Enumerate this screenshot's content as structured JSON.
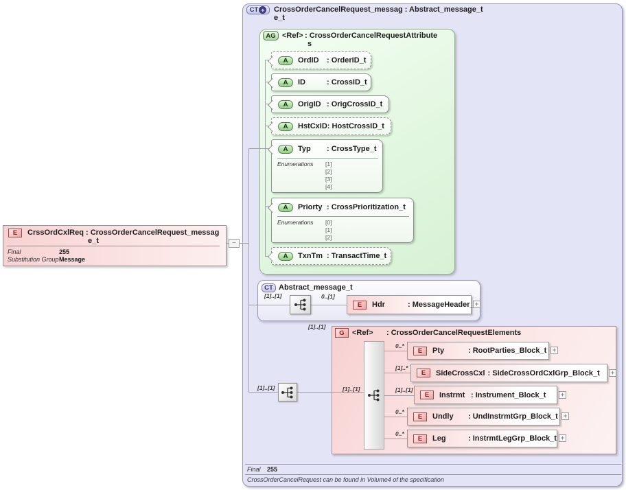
{
  "badges": {
    "element": "E",
    "attribute": "A",
    "attribute_group": "AG",
    "complex_type": "CT",
    "group": "G",
    "extension": "+",
    "expand": "+",
    "collapse": "−"
  },
  "colors": {
    "container_lavender": "#e4e4f7",
    "attribute_green": "#8fd07f",
    "element_pink": "#f9d6d6",
    "group_pink": "#f8d0d0",
    "line_gray": "#a0a0a8"
  },
  "left_element": {
    "title_line1": "CrssOrdCxlReq : CrossOrderCancelRequest_messag",
    "title_line2": "e_t",
    "rows": [
      {
        "label": "Final",
        "value": "255"
      },
      {
        "label": "Substitution Group",
        "value": "Message"
      }
    ]
  },
  "main_type": {
    "title_line1": "CrossOrderCancelRequest_messag : Abstract_message_t",
    "title_line2": "e_t",
    "footer": {
      "final_label": "Final",
      "final_value": "255",
      "note": "CrossOrderCancelRequest can be found in Volume4 of the specification"
    }
  },
  "attribute_group": {
    "ref_label": "<Ref>",
    "type_line1": ": CrossOrderCancelRequestAttribute",
    "type_line2": "s",
    "enumerations_label": "Enumerations",
    "attributes": [
      {
        "name": "OrdID",
        "type": ": OrderID_t"
      },
      {
        "name": "ID",
        "type": ": CrossID_t"
      },
      {
        "name": "OrigID",
        "type": ": OrigCrossID_t"
      },
      {
        "name": "HstCxID",
        "type": ": HostCrossID_t"
      },
      {
        "name": "Typ",
        "type": ": CrossType_t",
        "enumerations": [
          "[1]",
          "[2]",
          "[3]",
          "[4]"
        ]
      },
      {
        "name": "Priorty",
        "type": ": CrossPrioritization_t",
        "enumerations": [
          "[0]",
          "[1]",
          "[2]"
        ]
      },
      {
        "name": "TxnTm",
        "type": ": TransactTime_t"
      }
    ]
  },
  "abstract_message": {
    "title": "Abstract_message_t",
    "cardinality": "[1]..[1]",
    "hdr": {
      "cardinality": "0..[1]",
      "name": "Hdr",
      "type": ": MessageHeader_t"
    }
  },
  "elements_group": {
    "ref_label": "<Ref>",
    "type": ": CrossOrderCancelRequestElements",
    "top_cardinality": "[1]..[1]",
    "outer_cardinality": "[1]..[1]",
    "inner_cardinality": "[1]..[1]",
    "elements": [
      {
        "cardinality": "0..*",
        "name": "Pty",
        "type": ": RootParties_Block_t"
      },
      {
        "cardinality": "[1]..*",
        "name": "SideCrossCxl",
        "type": ": SideCrossOrdCxlGrp_Block_t"
      },
      {
        "cardinality": "[1]..[1]",
        "name": "Instrmt",
        "type": ": Instrument_Block_t"
      },
      {
        "cardinality": "0..*",
        "name": "Undly",
        "type": ": UndInstrmtGrp_Block_t"
      },
      {
        "cardinality": "0..*",
        "name": "Leg",
        "type": ": InstrmtLegGrp_Block_t"
      }
    ]
  }
}
